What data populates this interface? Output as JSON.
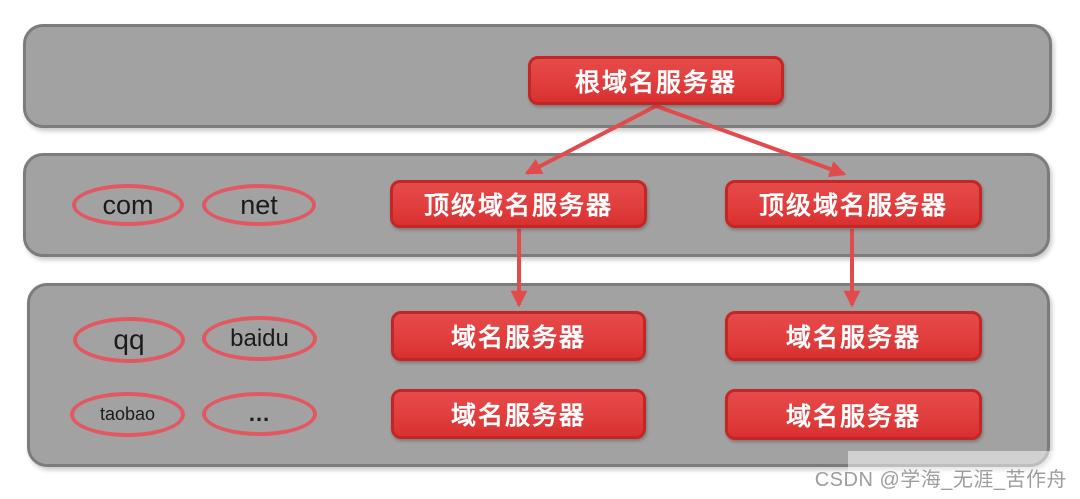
{
  "colors": {
    "page_bg": "#ffffff",
    "band_fill": "#a2a2a2",
    "band_border": "#7c7c7c",
    "box_fill": "#e13e3e",
    "box_border": "#c42626",
    "box_text": "#ffffff",
    "ellipse_stroke": "#e25862",
    "ellipse_text": "#1b1b1b",
    "arrow": "#e24b4b",
    "watermark": "#9d9d9d"
  },
  "levels": [
    {
      "name": "root-level",
      "boxes": [
        "根域名服务器"
      ],
      "ellipses": []
    },
    {
      "name": "top-level",
      "boxes": [
        "顶级域名服务器",
        "顶级域名服务器"
      ],
      "ellipses": [
        "com",
        "net"
      ]
    },
    {
      "name": "authoritative-level",
      "boxes": [
        "域名服务器",
        "域名服务器",
        "域名服务器",
        "域名服务器"
      ],
      "ellipses": [
        "qq",
        "baidu",
        "taobao",
        "..."
      ]
    }
  ],
  "watermark": {
    "text": "CSDN @学海_无涯_苦作舟"
  }
}
